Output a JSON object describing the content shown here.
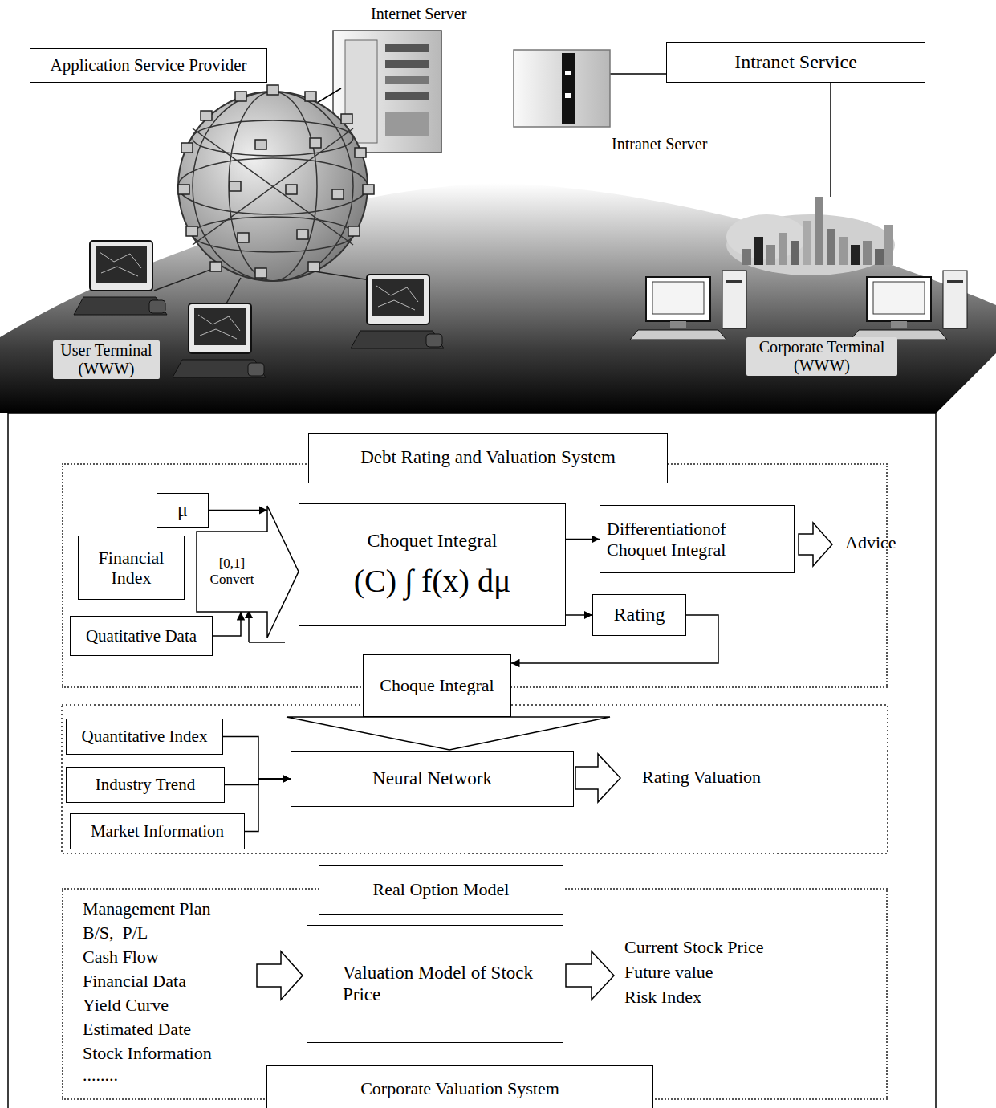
{
  "diagram": {
    "nodes": [
      {
        "text": [
          "Application Service Provider"
        ]
      },
      {
        "text": [
          "Intranet Service"
        ]
      },
      {
        "text": [
          "Debt Rating and Valuation System"
        ]
      },
      {
        "text": [
          "μ"
        ],
        "in": 2
      },
      {
        "text": [
          "Financial Index"
        ],
        "in": 2
      },
      {
        "text": [
          "[0,1] Convert"
        ],
        "in": 2
      },
      {
        "text": [
          "Quatitative Data"
        ],
        "in": 2
      },
      {
        "text": [
          "Choquet Integral",
          "(C) ∫ f(x) dμ"
        ],
        "in": 2
      },
      {
        "text": [
          "Differentiationof Choquet Integral"
        ],
        "in": 2
      },
      {
        "text": [
          "Rating"
        ],
        "in": 2
      },
      {
        "text": [
          "Choque Integral"
        ]
      },
      {
        "text": [
          "Quantitative Index"
        ]
      },
      {
        "text": [
          "Industry Trend"
        ]
      },
      {
        "text": [
          "Market Information"
        ]
      },
      {
        "text": [
          "Neural Network"
        ]
      },
      {
        "text": [
          "Real Option Model",
          "Corporate Valuation System"
        ]
      },
      {
        "text": [
          "Valuation Model of Stock Price"
        ],
        "in": 15
      }
    ],
    "edges": [
      {
        "from": 3,
        "to": 5,
        "arrow": "to"
      },
      {
        "from": 6,
        "to": 5,
        "arrow": "to"
      },
      {
        "from": 7,
        "to": 8,
        "arrow": "to"
      },
      {
        "from": 7,
        "to": 9,
        "arrow": "to"
      },
      {
        "from": 9,
        "to": 10,
        "arrow": "to"
      },
      {
        "from": 11,
        "to": 14,
        "arrow": "to"
      },
      {
        "from": 12,
        "to": 14,
        "arrow": "to"
      },
      {
        "from": 13,
        "to": 14,
        "arrow": "to"
      }
    ],
    "labels": [
      "Internet Server",
      "Intranet Server",
      "User Terminal (WWW)",
      "Corporate Terminal (WWW)",
      "Advice",
      "Rating Valuation",
      "Management Plan",
      "B/S,  P/L",
      "Cash Flow",
      "Financial Data",
      "Yield Curve",
      "Estimated Date",
      "Stock Information",
      "........",
      "Current Stock Price",
      "Future value",
      "Risk Index"
    ]
  }
}
